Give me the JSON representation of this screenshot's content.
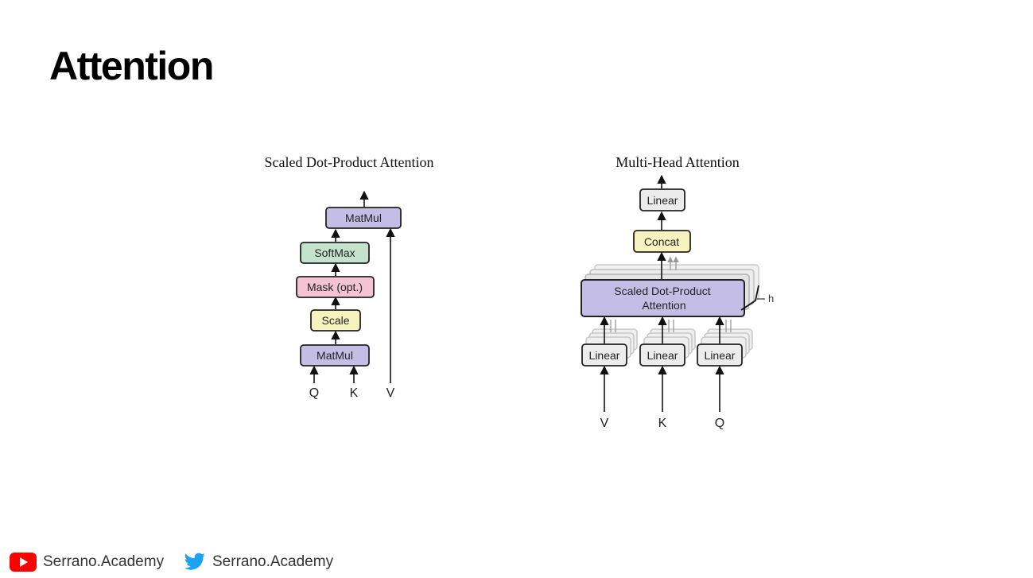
{
  "slide": {
    "title": "Attention"
  },
  "sdpa": {
    "title": "Scaled Dot-Product Attention",
    "matmul_top": "MatMul",
    "softmax": "SoftMax",
    "mask": "Mask (opt.)",
    "scale": "Scale",
    "matmul_bottom": "MatMul",
    "input_q": "Q",
    "input_k": "K",
    "input_v": "V"
  },
  "mha": {
    "title": "Multi-Head Attention",
    "linear_top": "Linear",
    "concat": "Concat",
    "sdpa_line1": "Scaled Dot-Product",
    "sdpa_line2": "Attention",
    "heads_label": "h",
    "linear_v": "Linear",
    "linear_k": "Linear",
    "linear_q": "Linear",
    "input_v": "V",
    "input_k": "K",
    "input_q": "Q"
  },
  "colors": {
    "matmul": "#c4bde6",
    "softmax": "#c4e3cc",
    "mask": "#f4c4d4",
    "scale": "#f7f3bf",
    "linear": "#ececec",
    "concat": "#f7f3bf",
    "sdpa_block": "#c4bde6"
  },
  "footer": {
    "youtube_handle": "Serrano.Academy",
    "twitter_handle": "Serrano.Academy"
  }
}
